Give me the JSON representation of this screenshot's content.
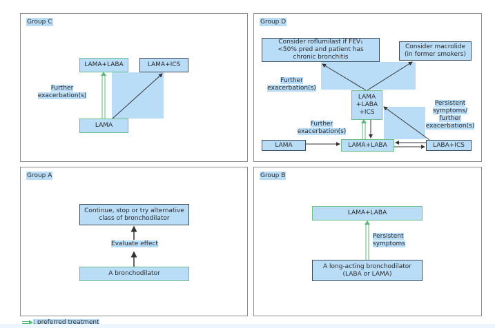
{
  "colors": {
    "box_fill": "#b9dcf7",
    "box_border": "#3f4a58",
    "preferred_border": "#6cbf8a",
    "preferred_arrow": "#5cb87a",
    "arrow": "#333333"
  },
  "groups": {
    "C": {
      "title": "Group C",
      "nodes": {
        "lama": "LAMA",
        "lama_laba": "LAMA+LABA",
        "lama_ics": "LAMA+ICS"
      },
      "edge_label": "Further exacerbation(s)",
      "edge_label_lines": [
        "Further",
        "exacerbation(s)"
      ]
    },
    "D": {
      "title": "Group D",
      "nodes": {
        "roflumilast": [
          "Consider roflumilast if FEV₁",
          "<50% pred and patient has",
          "chronic bronchitis"
        ],
        "macrolide": [
          "Consider macrolide",
          "(in former smokers)"
        ],
        "triple": [
          "LAMA",
          "+LABA",
          "+ICS"
        ],
        "lama": "LAMA",
        "lama_laba": "LAMA+LABA",
        "laba_ics": "LABA+ICS"
      },
      "labels": {
        "further_top": [
          "Further",
          "exacerbation(s)"
        ],
        "further_bottom": [
          "Further",
          "exacerbation(s)"
        ],
        "persistent": [
          "Persistent",
          "symptoms/",
          "further",
          "exacerbation(s)"
        ]
      }
    },
    "A": {
      "title": "Group A",
      "nodes": {
        "continue": [
          "Continue, stop or try alternative",
          "class of bronchodilator"
        ],
        "bronchodilator": "A bronchodilator"
      },
      "edge_label": "Evaluate effect"
    },
    "B": {
      "title": "Group B",
      "nodes": {
        "lama_laba": "LAMA+LABA",
        "long_acting": [
          "A long-acting bronchodilator",
          "(LABA or LAMA)"
        ]
      },
      "edge_label": [
        "Persistent",
        "symptoms"
      ]
    }
  },
  "legend": {
    "icon": "double-green-arrow-icon",
    "text": ": preferred treatment"
  }
}
